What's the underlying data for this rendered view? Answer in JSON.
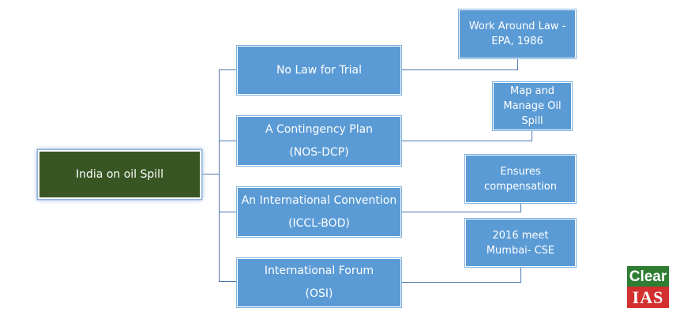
{
  "diagram": {
    "root": {
      "label": "India on oil Spill"
    },
    "branches": [
      {
        "lines": [
          "No Law for Trial"
        ]
      },
      {
        "lines": [
          "A Contingency Plan",
          "(NOS-DCP)"
        ]
      },
      {
        "lines": [
          "An International Convention",
          "(ICCL-BOD)"
        ]
      },
      {
        "lines": [
          "International Forum",
          "(OSI)"
        ]
      }
    ],
    "details": [
      {
        "lines": [
          "Work Around Law -",
          "EPA, 1986"
        ]
      },
      {
        "lines": [
          "Map and",
          "Manage Oil",
          "Spill"
        ]
      },
      {
        "lines": [
          "Ensures",
          "compensation"
        ]
      },
      {
        "lines": [
          "2016 meet",
          "Mumbai- CSE"
        ]
      }
    ]
  },
  "logo": {
    "top": "Clear",
    "bottom": "IAS"
  },
  "colors": {
    "box": "#5b9bd5",
    "root": "#375623",
    "connector": "#4a76a8",
    "logo_top": "#2e7d32",
    "logo_bottom": "#d32f2f"
  }
}
